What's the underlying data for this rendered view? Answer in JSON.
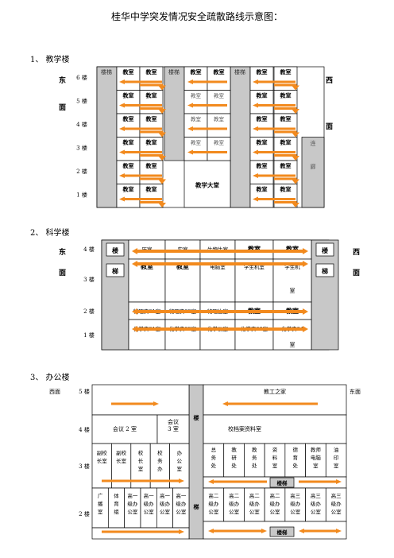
{
  "title": "桂华中学突发情况安全疏散路线示意图：",
  "s1": {
    "heading": "1、 教学楼",
    "east": "东",
    "face": "面",
    "west": "西",
    "face2": "面",
    "floors": [
      "6 楼",
      "5 楼",
      "4 楼",
      "3 楼",
      "2 楼",
      "1 楼"
    ],
    "stair": "楼梯",
    "classroom": "教室",
    "hall": "教学大堂",
    "corridor1": "连",
    "corridor2": "廊"
  },
  "s2": {
    "heading": "2、 科学楼",
    "east": "东",
    "face": "面",
    "west": "西",
    "face2": "面",
    "floors": [
      "4 楼",
      "3 楼",
      "2 楼",
      "1 楼"
    ],
    "stairA": "楼",
    "stairB": "梯",
    "r4": [
      "历室",
      "实室",
      "生物生室",
      "教室",
      "教室"
    ],
    "r3": [
      "教室",
      "教室",
      "电脑室",
      "学生机室",
      "学生机"
    ],
    "r3tail": "室",
    "r2": [
      "物理实01室",
      "物理实02室",
      "物理生室",
      "教室",
      "教室"
    ],
    "r1": [
      "化学实01室",
      "化学实02室",
      "化学仪室",
      "化学实03室",
      "化学实04"
    ],
    "r1tail": "室"
  },
  "s3": {
    "heading": "3、 办公楼",
    "west": "西面",
    "east": "东面",
    "floors": [
      "5 楼",
      "4 楼",
      "3 楼",
      "2 楼"
    ],
    "f5": "教工之家",
    "f4a": "会议 2 室",
    "f4b": [
      "会议",
      "3 室"
    ],
    "f4c": "校档案资料室",
    "stair": "楼",
    "stair2": "梯",
    "f3left": [
      [
        "副校",
        "长室"
      ],
      [
        "副校",
        "长室"
      ],
      [
        "校",
        "长",
        "室"
      ],
      [
        "校",
        "务",
        "办"
      ],
      [
        "办",
        "公",
        "室"
      ]
    ],
    "f3right": [
      [
        "总",
        "务",
        "处"
      ],
      [
        "教",
        "研",
        "处"
      ],
      [
        "教",
        "务",
        "处"
      ],
      [
        "资",
        "料",
        "室"
      ],
      [
        "德",
        "育",
        "处"
      ],
      [
        "教师",
        "电脑",
        "室"
      ],
      [
        "油",
        "印",
        "室"
      ]
    ],
    "f2left": [
      [
        "广",
        "播",
        "室"
      ],
      [
        "体",
        "育",
        "组"
      ],
      [
        "高一",
        "级办",
        "公室"
      ],
      [
        "高一",
        "级办",
        "公室"
      ],
      [
        "高一",
        "级办",
        "公室"
      ],
      [
        "高一",
        "级办",
        "公室"
      ]
    ],
    "f2right": [
      [
        "高二",
        "级办",
        "公室"
      ],
      [
        "高二",
        "级办",
        "公室"
      ],
      [
        "高二",
        "级办",
        "公室"
      ],
      [
        "高二",
        "级办",
        "公室"
      ],
      [
        "高三",
        "级办",
        "公室"
      ],
      [
        "高三",
        "级办",
        "公室"
      ],
      [
        "高三",
        "级办",
        "公室"
      ]
    ],
    "stairLabel": "楼梯"
  },
  "colors": {
    "arrow": "#f28a1e",
    "stair": "#c8c8c8"
  }
}
